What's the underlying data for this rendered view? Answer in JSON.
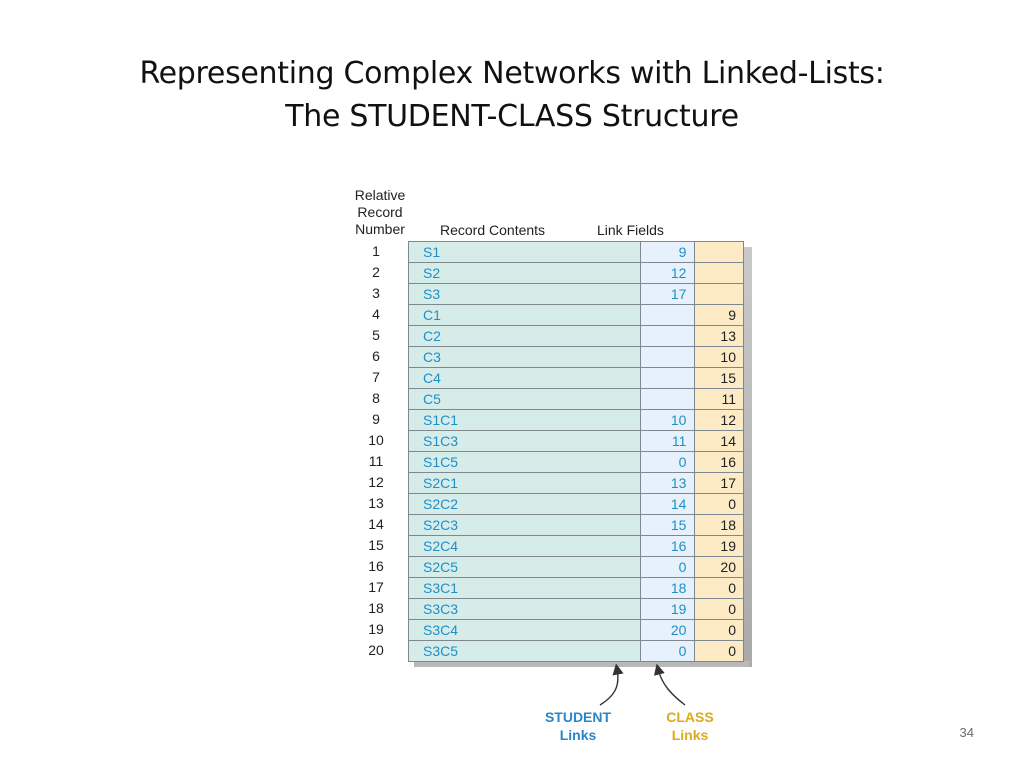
{
  "slide": {
    "title_line1": "Representing Complex Networks with Linked-Lists:",
    "title_line2": "The STUDENT-CLASS Structure",
    "page_number": "34"
  },
  "figure": {
    "header_relative": [
      "Relative",
      "Record",
      "Number"
    ],
    "header_contents": "Record Contents",
    "header_links": "Link Fields",
    "student_label": [
      "STUDENT",
      "Links"
    ],
    "class_label": [
      "CLASS",
      "Links"
    ],
    "colors": {
      "contents_bg": "#d5ece9",
      "student_link_bg": "#e6f1fb",
      "class_link_bg": "#fdebc6",
      "student_text": "#1f8fc9",
      "class_label_text": "#dcaa1e"
    },
    "rows": [
      {
        "num": "1",
        "contents": "S1",
        "student": "9",
        "class": ""
      },
      {
        "num": "2",
        "contents": "S2",
        "student": "12",
        "class": ""
      },
      {
        "num": "3",
        "contents": "S3",
        "student": "17",
        "class": ""
      },
      {
        "num": "4",
        "contents": "C1",
        "student": "",
        "class": "9"
      },
      {
        "num": "5",
        "contents": "C2",
        "student": "",
        "class": "13"
      },
      {
        "num": "6",
        "contents": "C3",
        "student": "",
        "class": "10"
      },
      {
        "num": "7",
        "contents": "C4",
        "student": "",
        "class": "15"
      },
      {
        "num": "8",
        "contents": "C5",
        "student": "",
        "class": "11"
      },
      {
        "num": "9",
        "contents": "S1C1",
        "student": "10",
        "class": "12"
      },
      {
        "num": "10",
        "contents": "S1C3",
        "student": "11",
        "class": "14"
      },
      {
        "num": "11",
        "contents": "S1C5",
        "student": "0",
        "class": "16"
      },
      {
        "num": "12",
        "contents": "S2C1",
        "student": "13",
        "class": "17"
      },
      {
        "num": "13",
        "contents": "S2C2",
        "student": "14",
        "class": "0"
      },
      {
        "num": "14",
        "contents": "S2C3",
        "student": "15",
        "class": "18"
      },
      {
        "num": "15",
        "contents": "S2C4",
        "student": "16",
        "class": "19"
      },
      {
        "num": "16",
        "contents": "S2C5",
        "student": "0",
        "class": "20"
      },
      {
        "num": "17",
        "contents": "S3C1",
        "student": "18",
        "class": "0"
      },
      {
        "num": "18",
        "contents": "S3C3",
        "student": "19",
        "class": "0"
      },
      {
        "num": "19",
        "contents": "S3C4",
        "student": "20",
        "class": "0"
      },
      {
        "num": "20",
        "contents": "S3C5",
        "student": "0",
        "class": "0"
      }
    ]
  }
}
